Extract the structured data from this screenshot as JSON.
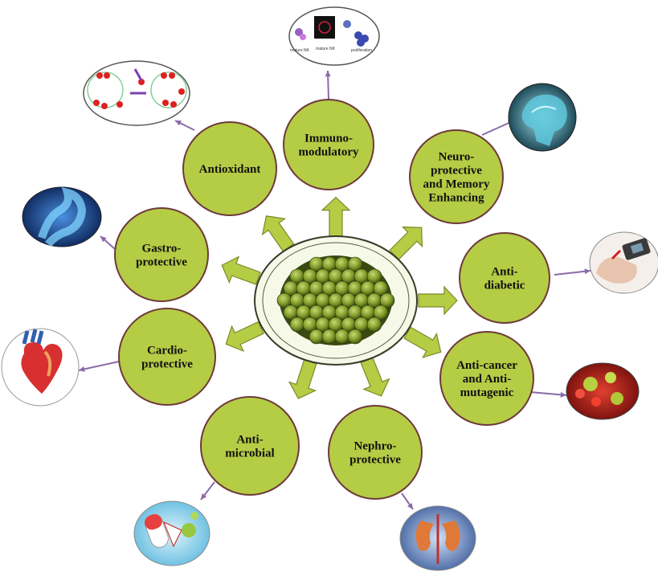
{
  "center": {
    "icon": "amla-fruits-image"
  },
  "nodes": [
    {
      "id": "immunomodulatory",
      "lines": [
        "Immuno-",
        "modulatory"
      ]
    },
    {
      "id": "neuroprotective",
      "lines": [
        "Neuro-",
        "protective",
        "and Memory",
        "Enhancing"
      ]
    },
    {
      "id": "antidiabetic",
      "lines": [
        "Anti-",
        "diabetic"
      ]
    },
    {
      "id": "anticancer",
      "lines": [
        "Anti-cancer",
        "and Anti-",
        "mutagenic"
      ]
    },
    {
      "id": "nephroprotective",
      "lines": [
        "Nephro-",
        "protective"
      ]
    },
    {
      "id": "antimicrobial",
      "lines": [
        "Anti-",
        "microbial"
      ]
    },
    {
      "id": "cardioprotective",
      "lines": [
        "Cardio-",
        "protective"
      ]
    },
    {
      "id": "gastroprotective",
      "lines": [
        "Gastro-",
        "protective"
      ]
    },
    {
      "id": "antioxidant",
      "lines": [
        "Antioxidant"
      ]
    }
  ],
  "images": [
    {
      "id": "immune-cells",
      "icon": "immune-cells-diagram"
    },
    {
      "id": "brain-scan",
      "icon": "brain-mri-icon"
    },
    {
      "id": "glucose-test",
      "icon": "glucose-meter-icon"
    },
    {
      "id": "cancer-cells",
      "icon": "cancer-cells-icon"
    },
    {
      "id": "kidneys",
      "icon": "kidney-icon"
    },
    {
      "id": "microbes",
      "icon": "microbe-pill-icon"
    },
    {
      "id": "heart",
      "icon": "heart-icon"
    },
    {
      "id": "stomach",
      "icon": "stomach-icon"
    },
    {
      "id": "free-radical",
      "icon": "free-radical-diagram"
    }
  ],
  "colors": {
    "node_fill": "#b5cc45",
    "node_stroke": "#6e3a3a",
    "arrow_fill": "#b5cc45",
    "arrow_stroke": "#7a8a2a",
    "connector": "#8a6aa8"
  }
}
